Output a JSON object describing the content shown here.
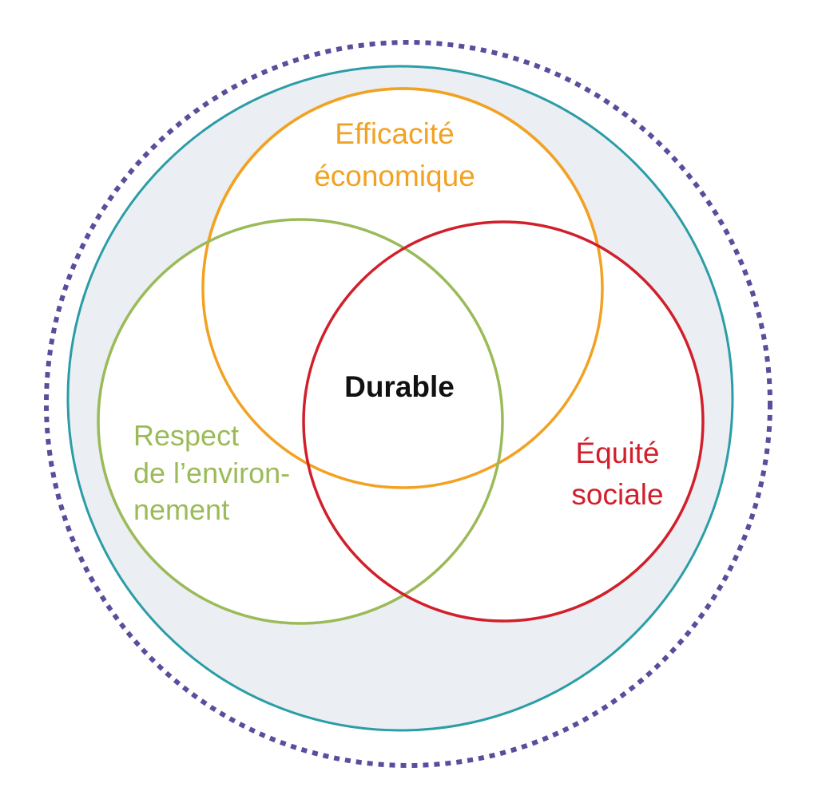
{
  "colors": {
    "outer_dotted": "#5A4E9C",
    "outer_ring": "#2A9DA6",
    "outer_fill": "#EBEEF2",
    "economy": "#F2A222",
    "environment": "#9BBA58",
    "social": "#D11F2B",
    "center_text": "#111111"
  },
  "labels": {
    "economy": [
      "Efficacité",
      "économique"
    ],
    "environment": [
      "Respect",
      "de l’environ-",
      "nement"
    ],
    "social": [
      "Équité",
      "sociale"
    ],
    "center": "Durable"
  }
}
